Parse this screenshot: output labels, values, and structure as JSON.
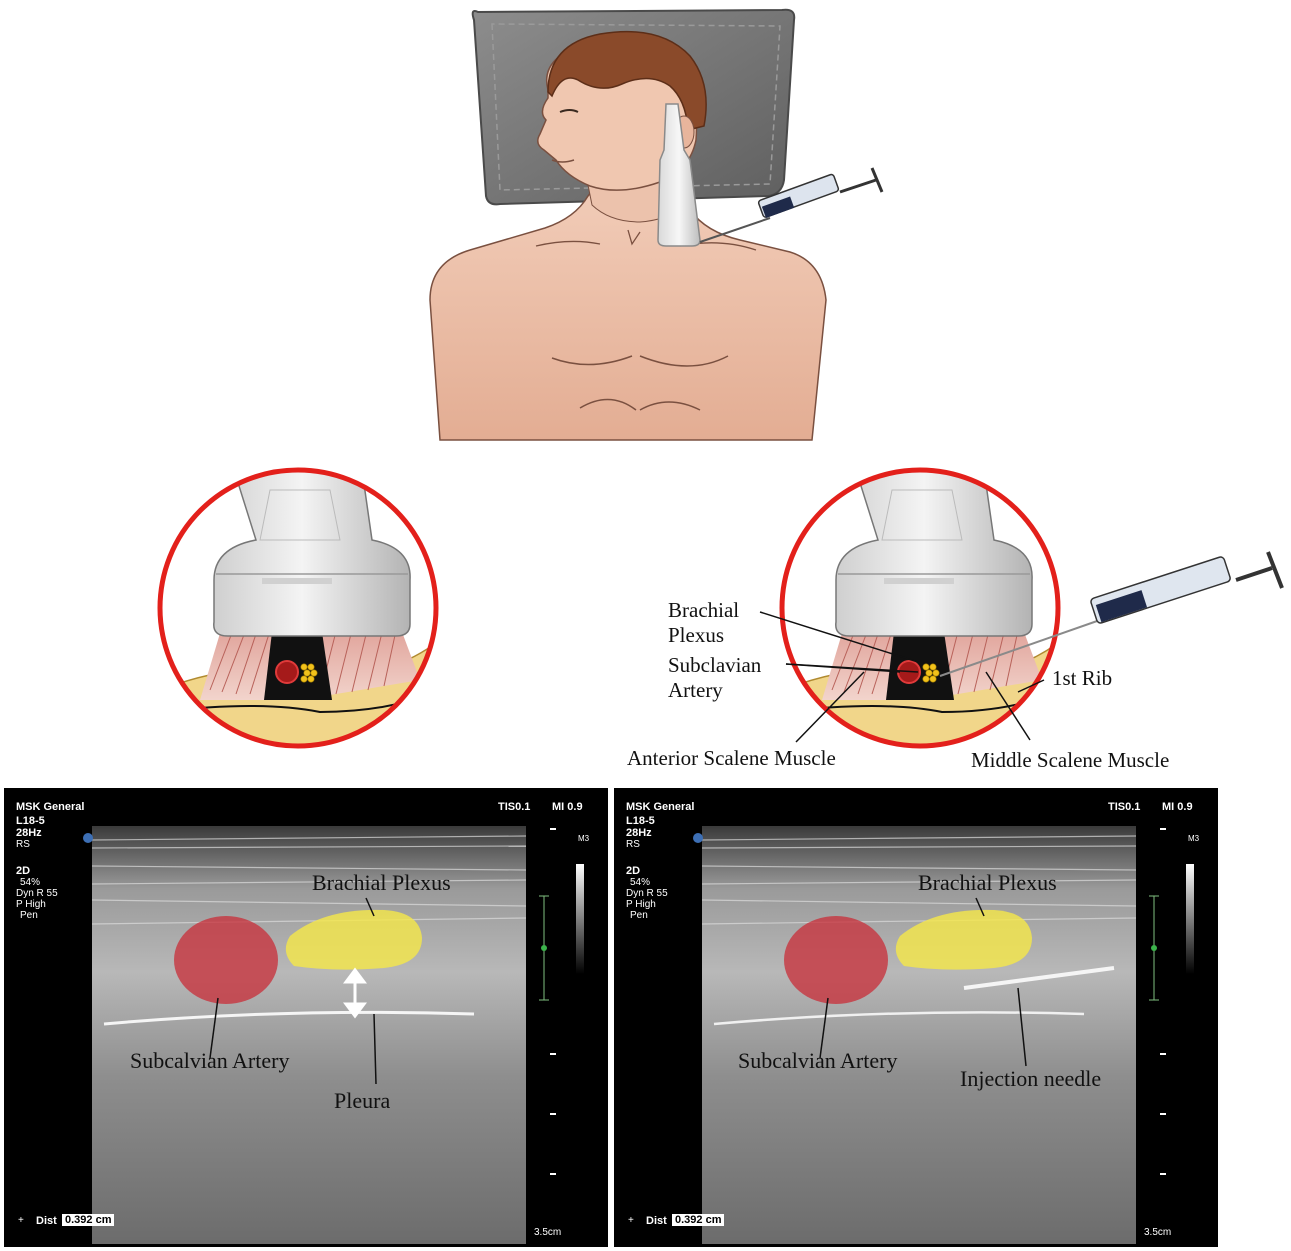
{
  "inset_labels": {
    "brachial_plexus": [
      "Brachial",
      "Plexus"
    ],
    "subclavian_artery": [
      "Subclavian",
      "Artery"
    ],
    "first_rib": "1st Rib",
    "anterior_scalene": "Anterior Scalene Muscle",
    "middle_scalene": "Middle Scalene Muscle"
  },
  "ultrasound_left": {
    "preset": "MSK General",
    "probe": "L18-5",
    "frame_rate": "28Hz",
    "mode_rs": "RS",
    "mode": "2D",
    "gain": "54%",
    "dyn_range": "Dyn R 55",
    "power": "P High",
    "pen": "Pen",
    "tis": "TIS0.1",
    "mi": "MI 0.9",
    "map": "M3",
    "dist_label": "Dist",
    "dist_value": "0.392 cm",
    "depth": "3.5cm",
    "label_plexus": "Brachial Plexus",
    "label_artery": "Subcalvian Artery",
    "label_other": "Pleura"
  },
  "ultrasound_right": {
    "preset": "MSK General",
    "probe": "L18-5",
    "frame_rate": "28Hz",
    "mode_rs": "RS",
    "mode": "2D",
    "gain": "54%",
    "dyn_range": "Dyn R 55",
    "power": "P High",
    "pen": "Pen",
    "tis": "TIS0.1",
    "mi": "MI 0.9",
    "map": "M3",
    "dist_label": "Dist",
    "dist_value": "0.392 cm",
    "depth": "3.5cm",
    "label_plexus": "Brachial Plexus",
    "label_artery": "Subcalvian Artery",
    "label_other": "Injection needle"
  },
  "colors": {
    "circle_red": "#e3201b",
    "artery_red": "#c8323c",
    "plexus_yellow": "#f4e64a",
    "rib_yellow": "#f1d68a",
    "skin": "#e7b8a0",
    "hair": "#8a4a2a",
    "pillow": "#7b7b7b"
  }
}
